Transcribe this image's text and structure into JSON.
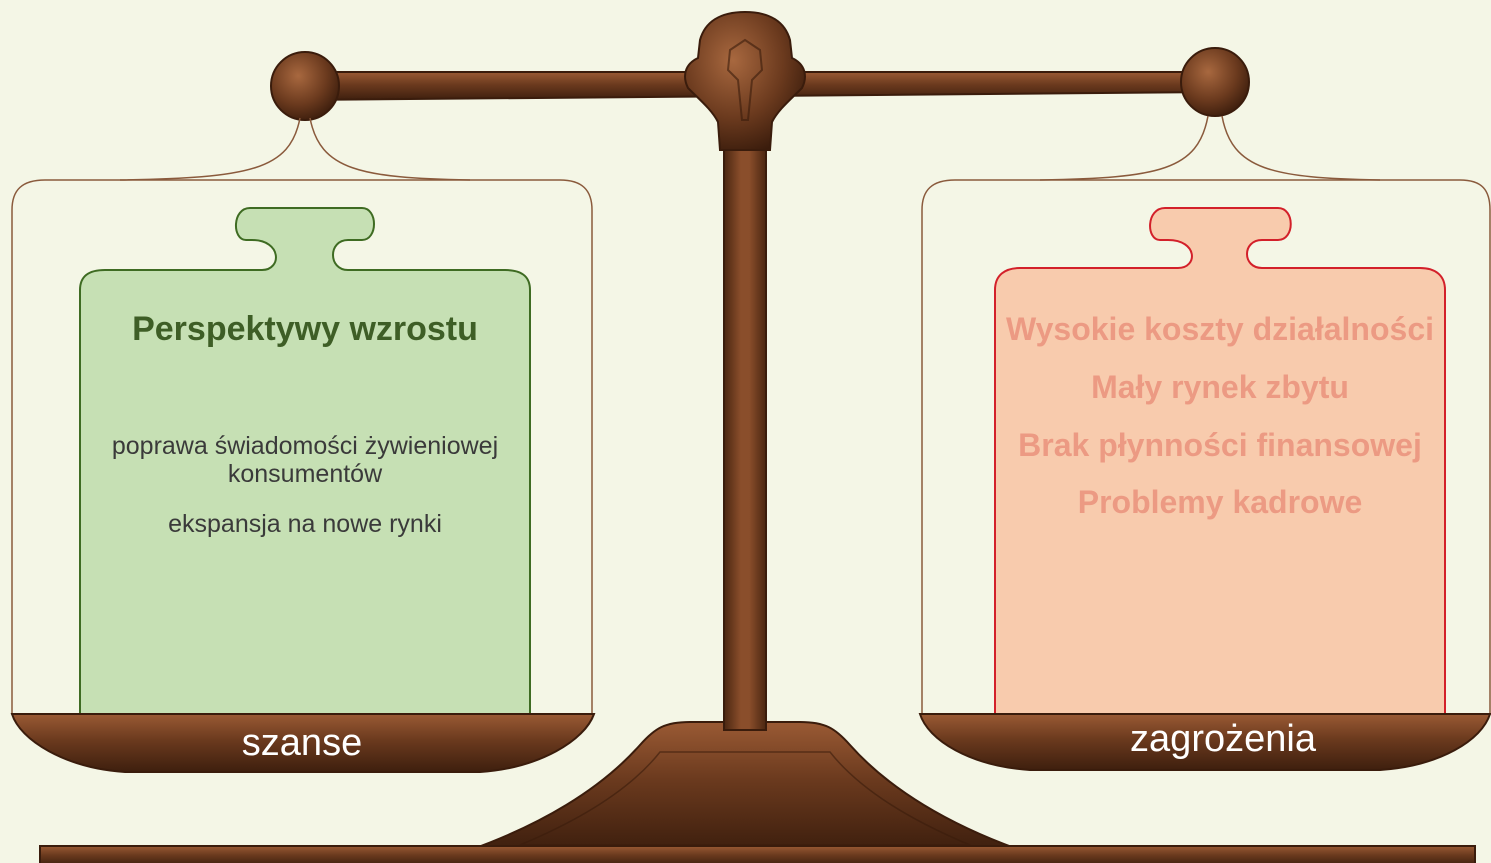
{
  "left_weight": {
    "title": "Perspektywy wzrostu",
    "items": [
      "poprawa świadomości żywieniowej konsumentów",
      "ekspansja na nowe rynki"
    ],
    "label": "szanse",
    "fill": "#c6e0b4",
    "stroke": "#3e6b22",
    "title_color": "#3e5e26"
  },
  "right_weight": {
    "items": [
      "Wysokie koszty działalności",
      "Mały rynek zbytu",
      "Brak płynności finansowej",
      "Problemy kadrowe"
    ],
    "label": "zagrożenia",
    "fill": "#f8cbad",
    "stroke": "#d3202a",
    "text_color": "#ec9a83"
  },
  "scale": {
    "wood_color": "#6b3a1e",
    "background": "#f4f6e6"
  }
}
